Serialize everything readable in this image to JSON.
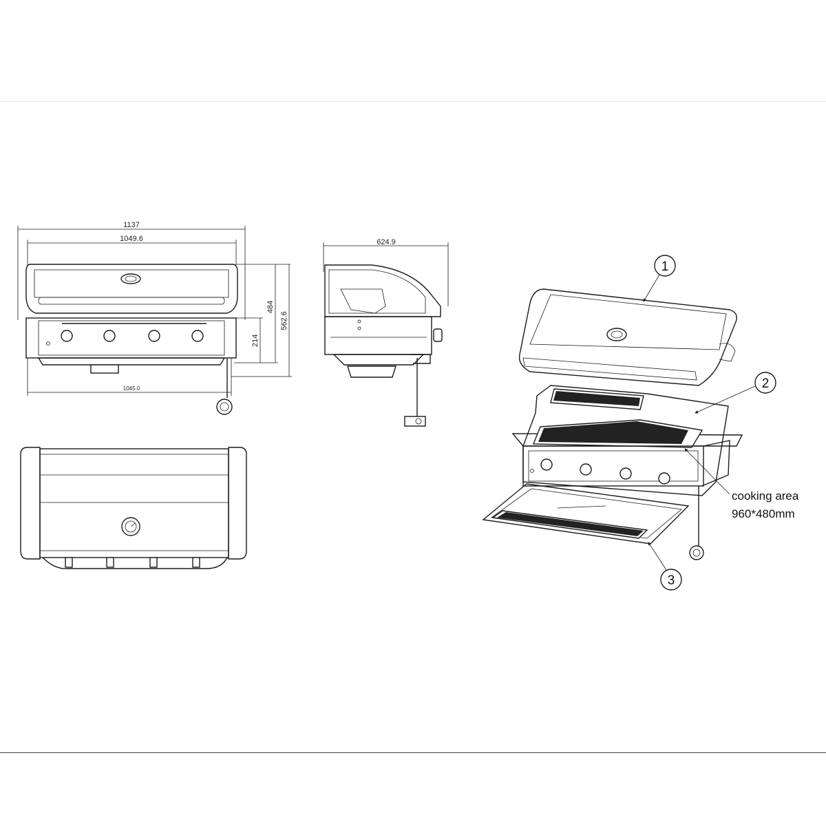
{
  "dimensions": {
    "overall_width": "1137",
    "lid_width": "1049.6",
    "base_width": "1045.0",
    "side_depth": "624.9",
    "height_body": "484",
    "height_overall": "562.6",
    "height_front": "214"
  },
  "callouts": [
    {
      "number": "1"
    },
    {
      "number": "2"
    },
    {
      "number": "3"
    }
  ],
  "cooking_area": {
    "line1": "cooking area",
    "line2": "960*480mm"
  }
}
